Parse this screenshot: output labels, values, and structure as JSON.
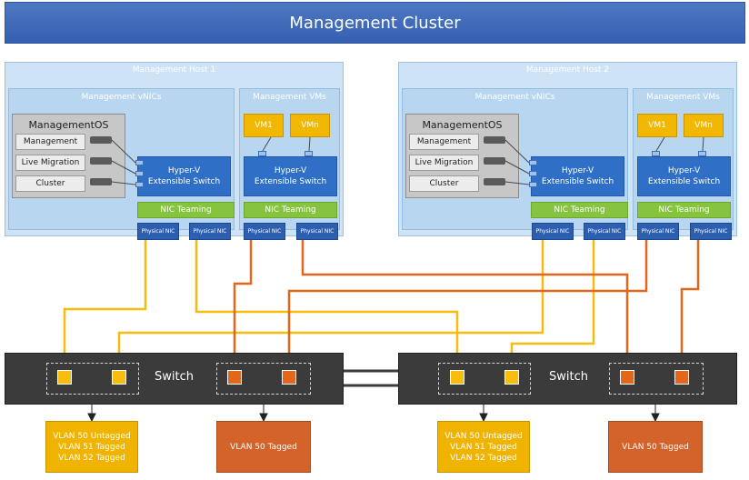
{
  "title": "Management Cluster",
  "hosts": [
    {
      "title": "Management Host 1"
    },
    {
      "title": "Management Host 2"
    }
  ],
  "labels": {
    "vnics": "Management vNICs",
    "vms": "Management VMs",
    "mos": "ManagementOS",
    "mos_items": [
      "Management",
      "Live Migration",
      "Cluster"
    ],
    "vswitch_line1": "Hyper-V",
    "vswitch_line2": "Extensible Switch",
    "nic_teaming": "NIC Teaming",
    "physical_nic": "Physical NIC",
    "vm1": "VM1",
    "vmn": "VMn",
    "switch": "Switch"
  },
  "vlans": {
    "yellow": [
      "VLAN 50 Untagged",
      "VLAN 51 Tagged",
      "VLAN 52 Tagged"
    ],
    "orange": "VLAN 50 Tagged"
  },
  "colors": {
    "yellow_link": "#f7bd0e",
    "orange_link": "#e2671d",
    "title_bar": "#3f68b8",
    "switch": "#3b3b3b"
  }
}
